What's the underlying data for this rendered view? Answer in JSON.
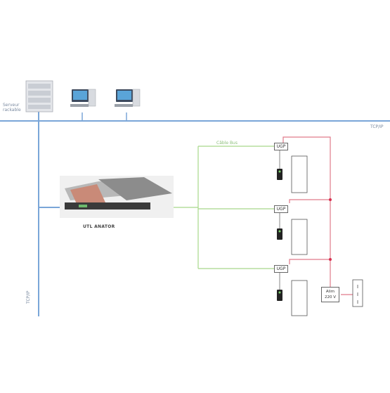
{
  "labels": {
    "server": "Serveur rackable",
    "tcpip_top": "TCP/IP",
    "tcpip_left": "TCP/IP",
    "cable_bus": "Câble Bus",
    "utl": "UTL ANATOR",
    "ugp": "UGP",
    "alim": "Alim 220 V"
  },
  "colors": {
    "network": "#7aa6d8",
    "bus": "#a8d88a",
    "power": "#e07a8a",
    "frame": "#666666"
  },
  "icons": {
    "server": "rack-server-icon",
    "workstation": "desktop-computer-icon",
    "controller": "utl-controller-icon",
    "reader": "badge-reader-icon",
    "door": "door-icon"
  }
}
